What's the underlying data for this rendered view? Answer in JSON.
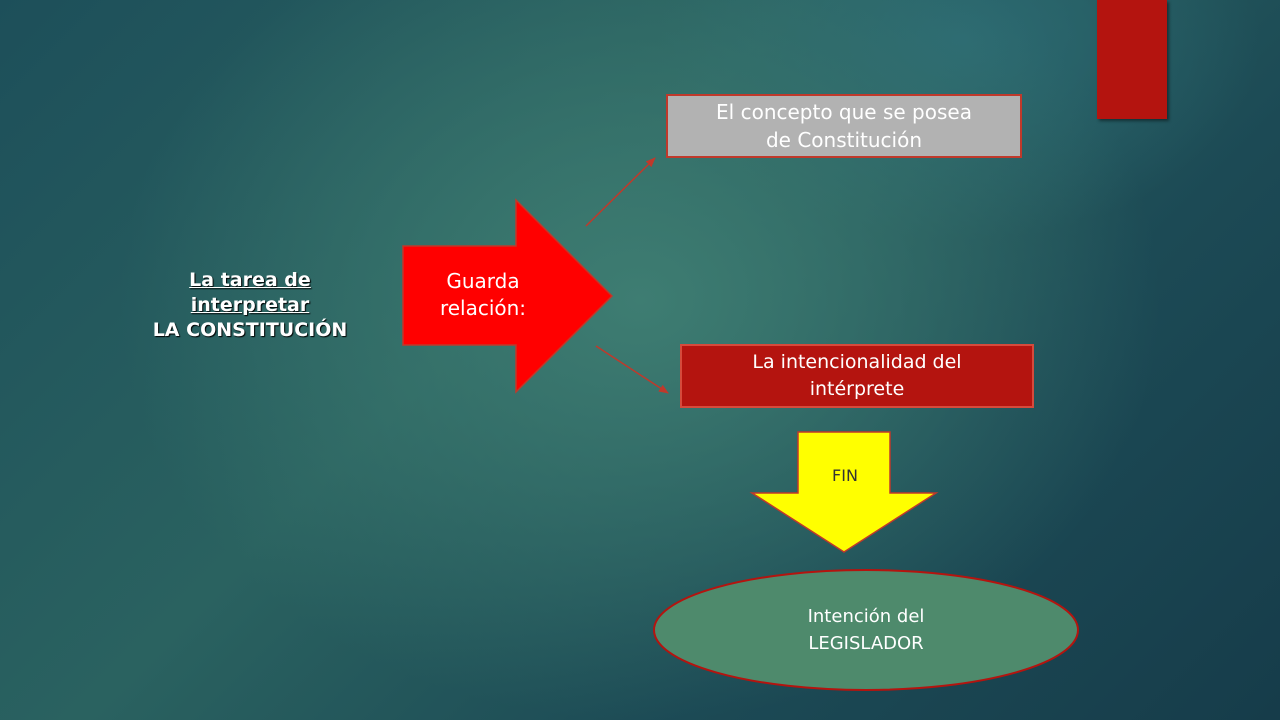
{
  "slide": {
    "main_topic": {
      "line1": "La tarea de",
      "line2": "interpretar",
      "line3": "LA CONSTITUCIÓN"
    },
    "center_arrow": {
      "line1": "Guarda",
      "line2": "relación:"
    },
    "concept_box": {
      "line1": "El concepto que se posea",
      "line2": "de Constitución"
    },
    "intent_box": {
      "line1": "La intencionalidad del",
      "line2": "intérprete"
    },
    "down_arrow_label": "FIN",
    "result_ellipse": {
      "line1": "Intención del",
      "line2": "LEGISLADOR"
    }
  },
  "colors": {
    "accent_red": "#b4140f",
    "arrow_red": "#ff0000",
    "arrow_yellow": "#ffff00",
    "concept_gray": "#b2b2b2",
    "ellipse_green": "#4e8a6c"
  }
}
